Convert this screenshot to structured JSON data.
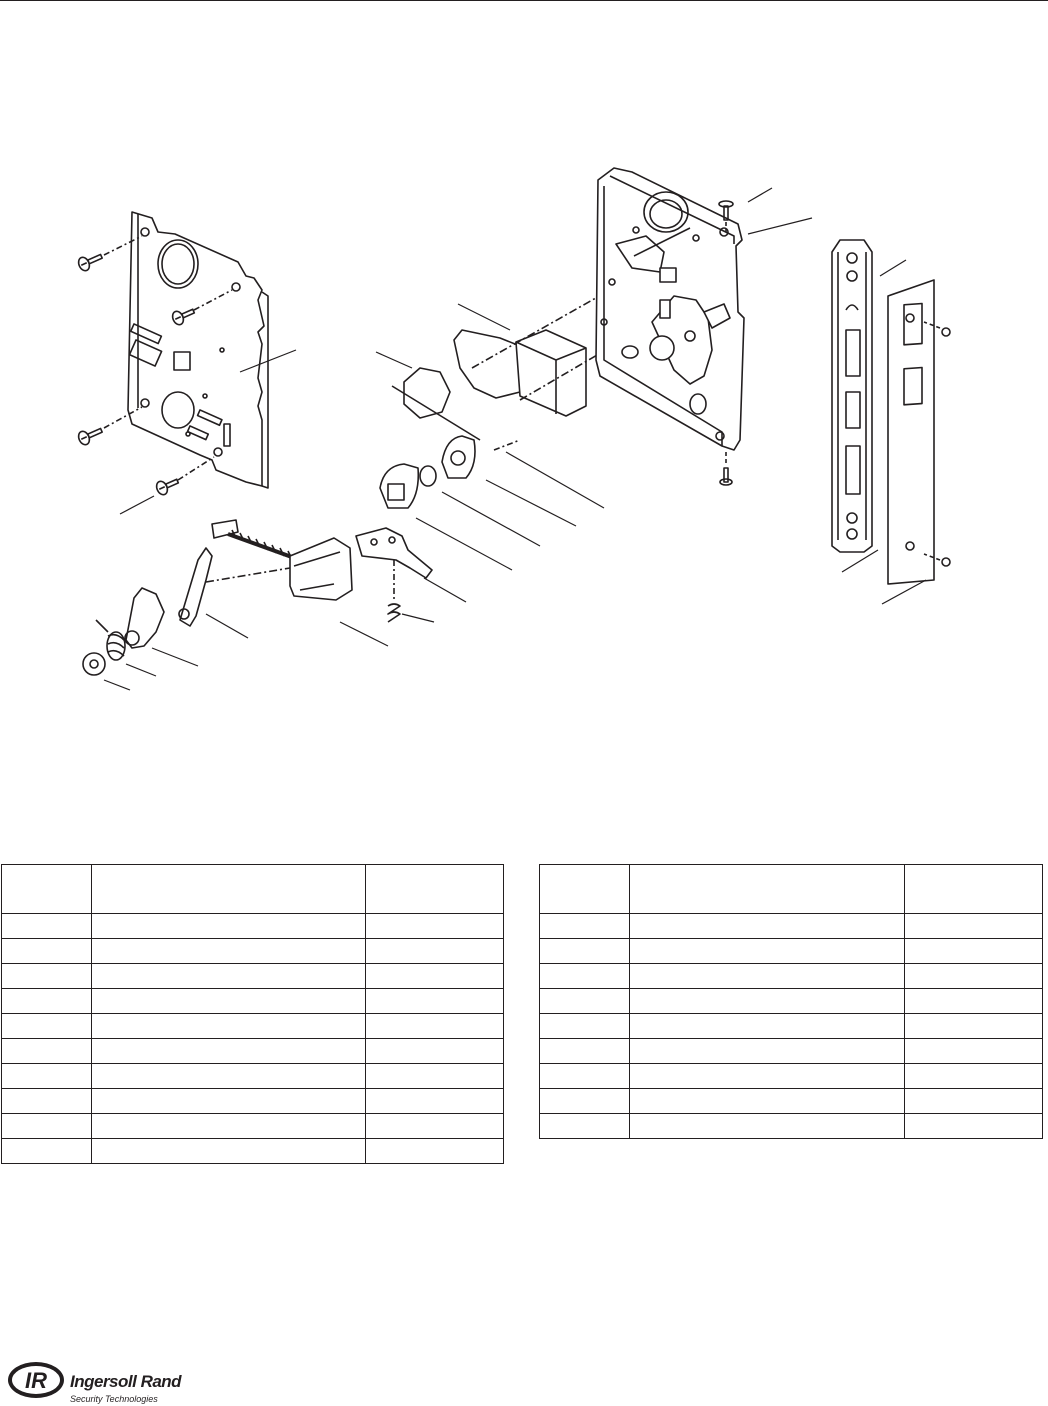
{
  "brand": {
    "mark": "IR",
    "name": "Ingersoll Rand",
    "tagline": "Security Technologies"
  },
  "parts_table_left": {
    "columns": [
      "",
      "",
      ""
    ],
    "rows": 10
  },
  "parts_table_right": {
    "columns": [
      "",
      "",
      ""
    ],
    "rows": 9
  }
}
